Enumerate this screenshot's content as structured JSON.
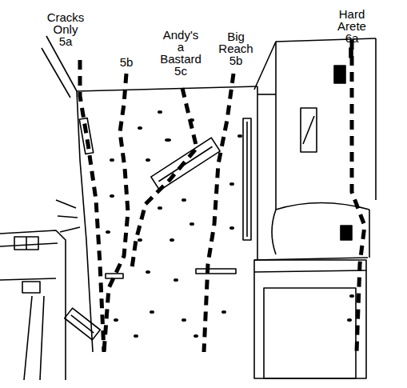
{
  "diagram": {
    "labels": [
      "Cracks Only 5a",
      "5b",
      "Andy's a Bastard 5c",
      "Big Reach 5b",
      "Hard Arete 6a"
    ]
  }
}
